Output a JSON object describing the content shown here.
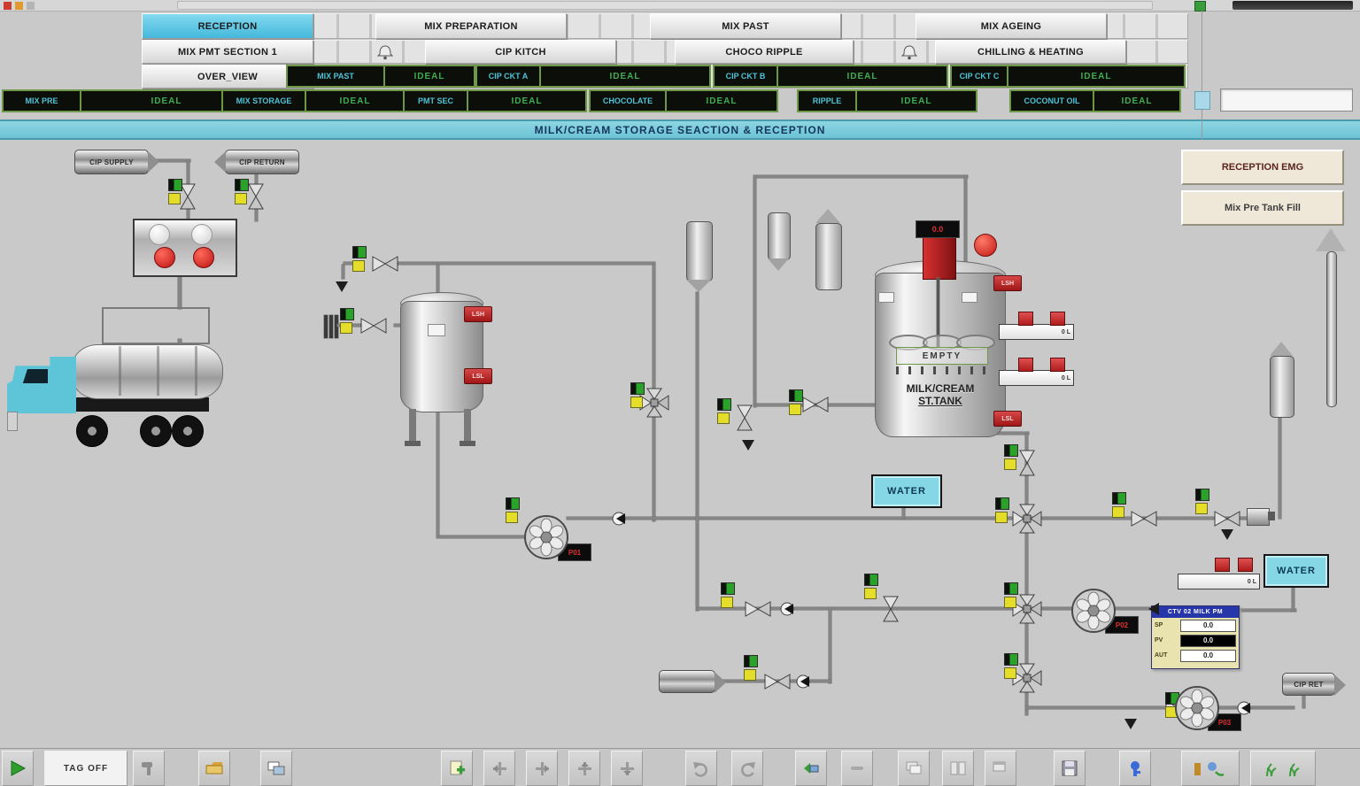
{
  "title": "MILK/CREAM STORAGE SEACTION & RECEPTION",
  "nav": {
    "row1": [
      {
        "label": "RECEPTION"
      },
      {
        "label": "MIX PREPARATION"
      },
      {
        "label": "MIX PAST"
      },
      {
        "label": "MIX AGEING"
      }
    ],
    "row2": [
      {
        "label": "MIX PMT SECTION 1"
      },
      {
        "label": "CIP KITCH"
      },
      {
        "label": "CHOCO RIPPLE"
      },
      {
        "label": "CHILLING & HEATING"
      }
    ],
    "overview": "OVER_VIEW",
    "status_row1": [
      {
        "label": "MIX PAST",
        "value": "IDEAL"
      },
      {
        "label": "CIP CKT A",
        "value": "IDEAL"
      },
      {
        "label": "CIP CKT B",
        "value": "IDEAL"
      },
      {
        "label": "CIP CKT C",
        "value": "IDEAL"
      }
    ],
    "status_row2": [
      {
        "label": "MIX PRE",
        "value": "IDEAL"
      },
      {
        "label": "MIX STORAGE",
        "value": "IDEAL"
      },
      {
        "label": "PMT SEC",
        "value": "IDEAL"
      },
      {
        "label": "CHOCOLATE",
        "value": "IDEAL"
      },
      {
        "label": "RIPPLE",
        "value": "IDEAL"
      },
      {
        "label": "COCONUT OIL",
        "value": "IDEAL"
      }
    ]
  },
  "side_buttons": {
    "emg": "RECEPTION EMG",
    "fill": "Mix Pre Tank Fill"
  },
  "mimic": {
    "inlet_left": "CIP SUPPLY",
    "inlet_right": "CIP RETURN",
    "outlet_right": "CIP RET",
    "water": "WATER",
    "tank": {
      "display": "0.0",
      "status": "EMPTY",
      "name1": "MILK/CREAM",
      "name2": "ST.TANK",
      "lsh": "LSH",
      "lsl": "LSL"
    },
    "balance_tank": {
      "lsh": "LSH",
      "lsl": "LSL"
    },
    "bars": {
      "b1": "0 L",
      "b2": "0 L",
      "b3": "0 L"
    },
    "pumps": {
      "p1": "P01",
      "p2": "P02",
      "p3": "P03"
    },
    "faceplate": {
      "title": "CTV 02 MILK PM",
      "r1l": "SP",
      "r1v": "0.0",
      "r2l": "PV",
      "r2v": "0.0",
      "r3l": "AUT",
      "r3v": "0.0"
    }
  },
  "toolbar": {
    "tag_off": "TAG OFF",
    "icons": [
      "run",
      "tag-off",
      "hammer",
      "open-folder",
      "screens",
      "new-object",
      "nudge-left",
      "nudge-right",
      "nudge-up",
      "nudge-down",
      "undo",
      "redo",
      "export",
      "link",
      "cascade",
      "tile",
      "layers",
      "save",
      "security",
      "draw-tools",
      "wizards"
    ]
  },
  "colors": {
    "accent_cyan": "#57c4e0",
    "title_cyan": "#79ccd9",
    "status_green": "#3fae4f",
    "label_cyan": "#53c8cf",
    "alarm_red": "#cc2222",
    "indicator_green": "#2aa02a",
    "indicator_yellow": "#e6df2e"
  }
}
